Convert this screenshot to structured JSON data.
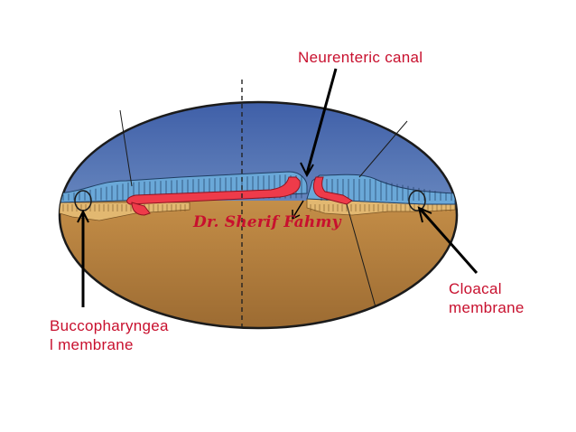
{
  "labels": {
    "neurenteric_canal": "Neurenteric canal",
    "cloacal_membrane_line1": "Cloacal",
    "cloacal_membrane_line2": "membrane",
    "buccopharyngeal_line1": "Buccopharyngea",
    "buccopharyngeal_line2": "l membrane"
  },
  "watermark": "Dr. Sherif Fahmy",
  "colors": {
    "label_text": "#c8102e",
    "amnion_top": "#3f5fa8",
    "amnion_bottom": "#b9d3e8",
    "yolk_sac_top": "#d6a860",
    "yolk_sac_bottom": "#9c6b32",
    "ectoderm_cells": "#6aa8d8",
    "notochord": "#ee3b4a"
  }
}
